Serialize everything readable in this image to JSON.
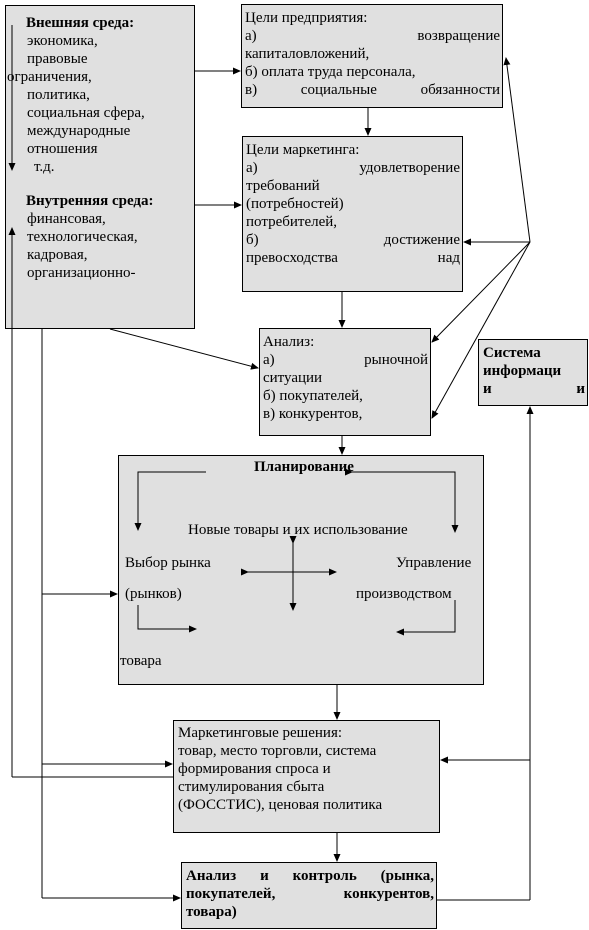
{
  "environment": {
    "external_title": "Внешняя среда:",
    "external_items": [
      "экономика,",
      "правовые",
      "ограничения,",
      "политика,",
      "социальная сфера,",
      "международные",
      "отношения",
      "т.д."
    ],
    "internal_title": "Внутренняя среда:",
    "internal_items": [
      "финансовая,",
      "технологическая,",
      "кадровая,",
      "организационно-"
    ]
  },
  "enterprise_goals": {
    "title": "Цели предприятия:",
    "lines": [
      "а) возвращение",
      "капиталовложений,",
      "б) оплата труда персонала,",
      "в) социальные обязанности"
    ]
  },
  "marketing_goals": {
    "title": "Цели маркетинга:",
    "lines": [
      "а) удовлетворение",
      "требований",
      "(потребностей)",
      "потребителей,",
      "б) достижение",
      "превосходства над"
    ]
  },
  "analysis": {
    "title": "Анализ:",
    "lines": [
      "а) рыночной",
      "ситуации",
      "б) покупателей,",
      "в) конкурентов,"
    ]
  },
  "info_system": {
    "lines": [
      "Система",
      "информаци",
      "и и"
    ]
  },
  "planning": {
    "title": "Планирование",
    "new_products": "Новые товары и их использование",
    "market_choice": "Выбор рынка",
    "markets": "(рынков)",
    "management": "Управление",
    "production": "производством",
    "goods": "товара"
  },
  "decisions": {
    "lines": [
      "Маркетинговые решения:",
      "товар, место торговли, система",
      "формирования спроса и",
      "стимулирования сбыта",
      "(ФОССТИС), ценовая политика"
    ]
  },
  "control": {
    "lines": [
      "Анализ и контроль (рынка,",
      "покупателей, конкурентов,",
      "товара)"
    ]
  }
}
